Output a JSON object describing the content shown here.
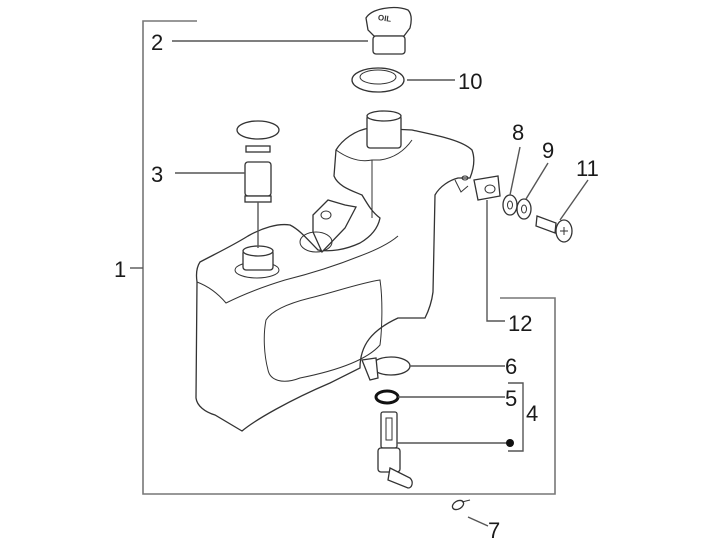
{
  "diagram": {
    "type": "exploded-parts-diagram",
    "subject": "tank assembly",
    "cap_marking": "OIL",
    "callouts": [
      {
        "id": "1",
        "label": "1"
      },
      {
        "id": "2",
        "label": "2"
      },
      {
        "id": "3",
        "label": "3"
      },
      {
        "id": "4",
        "label": "4"
      },
      {
        "id": "5",
        "label": "5"
      },
      {
        "id": "6",
        "label": "6"
      },
      {
        "id": "7",
        "label": "7"
      },
      {
        "id": "8",
        "label": "8"
      },
      {
        "id": "9",
        "label": "9"
      },
      {
        "id": "10",
        "label": "10"
      },
      {
        "id": "11",
        "label": "11"
      },
      {
        "id": "12",
        "label": "12"
      }
    ],
    "parts": [
      {
        "callout": "1",
        "part": "tank assembly (whole group)"
      },
      {
        "callout": "2",
        "part": "filler cap"
      },
      {
        "callout": "3",
        "part": "level gauge / plug"
      },
      {
        "callout": "4",
        "part": "outlet fitting group"
      },
      {
        "callout": "5",
        "part": "o-ring"
      },
      {
        "callout": "6",
        "part": "hose clamp"
      },
      {
        "callout": "7",
        "part": "spring clip"
      },
      {
        "callout": "8",
        "part": "washer"
      },
      {
        "callout": "9",
        "part": "washer"
      },
      {
        "callout": "10",
        "part": "filler neck seal"
      },
      {
        "callout": "11",
        "part": "screw"
      },
      {
        "callout": "12",
        "part": "bracket nut"
      }
    ]
  }
}
